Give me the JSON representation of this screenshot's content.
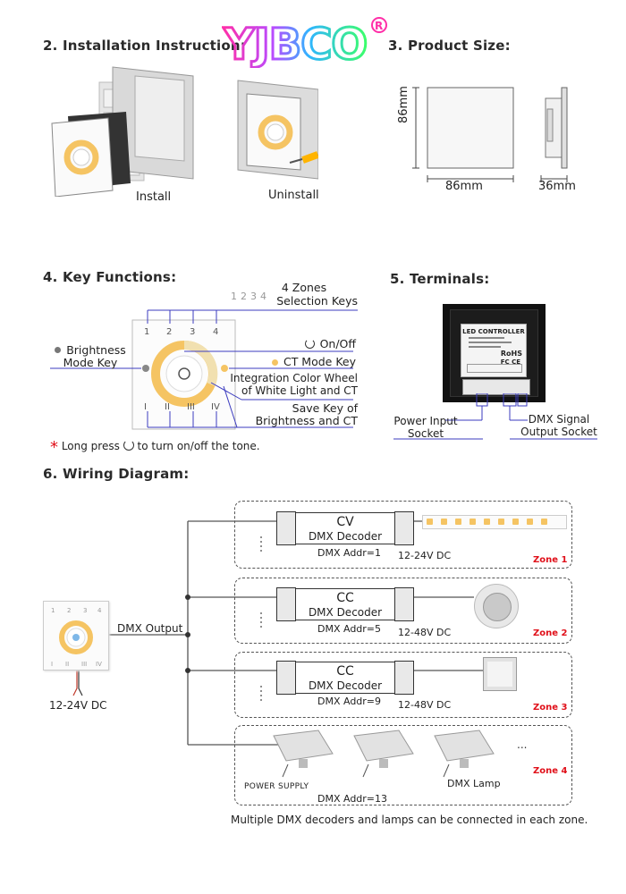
{
  "sections": {
    "installation": "2. Installation Instruction:",
    "product_size": "3. Product Size:",
    "key_functions": "4. Key Functions:",
    "terminals": "5. Terminals:",
    "wiring": "6. Wiring Diagram:"
  },
  "brand": {
    "logo_text": "YJBCO",
    "registered": "®"
  },
  "installation": {
    "install_label": "Install",
    "uninstall_label": "Uninstall"
  },
  "product_size": {
    "height": "86mm",
    "width": "86mm",
    "depth": "36mm"
  },
  "key_functions": {
    "zone_numbers": [
      "1",
      "2",
      "3",
      "4"
    ],
    "zones_title_1": "4 Zones",
    "zones_title_2": "Selection Keys",
    "brightness_1": "Brightness",
    "brightness_2": "Mode Key",
    "onoff": "On/Off",
    "ct_mode": "CT Mode Key",
    "wheel_1": "Integration Color Wheel",
    "wheel_2": "of White Light and CT",
    "save_1": "Save Key of",
    "save_2": "Brightness and CT",
    "panel_top": [
      "1",
      "2",
      "3",
      "4"
    ],
    "panel_bottom": [
      "I",
      "II",
      "III",
      "IV"
    ],
    "note_star": "*",
    "note_pre": "Long press",
    "note_post": "to turn on/off the tone."
  },
  "terminals": {
    "board_title": "LED CONTROLLER",
    "rohs": "RoHS",
    "ce": "FC CE",
    "power_1": "Power Input",
    "power_2": "Socket",
    "dmx_1": "DMX Signal",
    "dmx_2": "Output Socket"
  },
  "wiring": {
    "dmx_output": "DMX Output",
    "panel_power": "12-24V DC",
    "zones": [
      {
        "type": "CV",
        "name": "DMX Decoder",
        "addr": "DMX Addr=1",
        "voltage": "12-24V DC",
        "label": "Zone 1"
      },
      {
        "type": "CC",
        "name": "DMX Decoder",
        "addr": "DMX Addr=5",
        "voltage": "12-48V DC",
        "label": "Zone 2"
      },
      {
        "type": "CC",
        "name": "DMX Decoder",
        "addr": "DMX Addr=9",
        "voltage": "12-48V DC",
        "label": "Zone 3"
      }
    ],
    "zone4": {
      "power_supply": "POWER SUPPLY",
      "lamp": "DMX Lamp",
      "addr": "DMX Addr=13",
      "label": "Zone 4"
    },
    "footnote": "Multiple DMX decoders and lamps can be connected in each zone."
  },
  "colors": {
    "zone_label": "#e0101a",
    "wire_line": "#3b3bbf",
    "warm_white": "#f5c463"
  }
}
